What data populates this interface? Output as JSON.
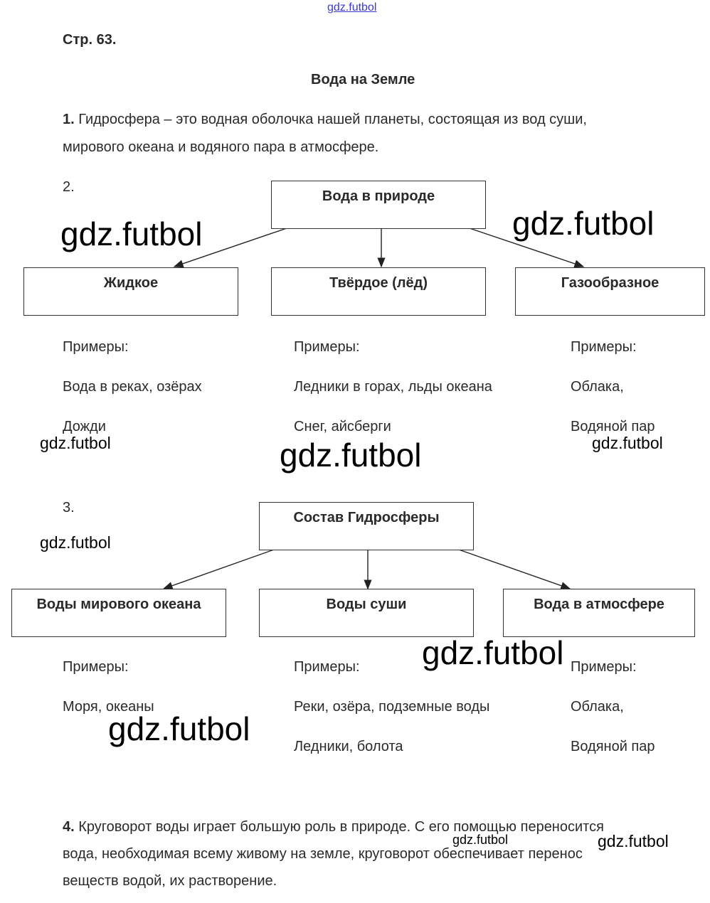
{
  "header_link": "gdz.futbol",
  "page_label": "Стр. 63.",
  "title": "Вода на Земле",
  "q1": {
    "num": "1.",
    "line1": " Гидросфера – это водная оболочка нашей планеты, состоящая из вод суши,",
    "line2": "мирового океана и водяного пара в атмосфере."
  },
  "q2": {
    "num": "2.",
    "root": "Вода в природе",
    "boxes": [
      "Жидкое",
      "Твёрдое (лёд)",
      "Газообразное"
    ],
    "columns": [
      [
        "Примеры:",
        "Вода в реках, озёрах",
        "Дожди"
      ],
      [
        "Примеры:",
        "Ледники в горах, льды океана",
        "Снег, айсберги"
      ],
      [
        "Примеры:",
        "Облака,",
        "Водяной пар"
      ]
    ]
  },
  "q3": {
    "num": "3.",
    "root": "Состав Гидросферы",
    "boxes": [
      "Воды мирового океана",
      "Воды суши",
      "Вода в атмосфере"
    ],
    "columns": [
      [
        "Примеры:",
        "Моря, океаны"
      ],
      [
        "Примеры:",
        "Реки, озёра, подземные воды",
        "Ледники, болота"
      ],
      [
        "Примеры:",
        "Облака,",
        "Водяной пар"
      ]
    ]
  },
  "q4": {
    "num": "4.",
    "line1": " Круговорот воды играет большую роль в природе. С его помощью переносится",
    "line2": "вода, необходимая всему живому на земле, круговорот обеспечивает перенос",
    "line3": "веществ водой, их растворение."
  },
  "watermark": "gdz.futbol"
}
